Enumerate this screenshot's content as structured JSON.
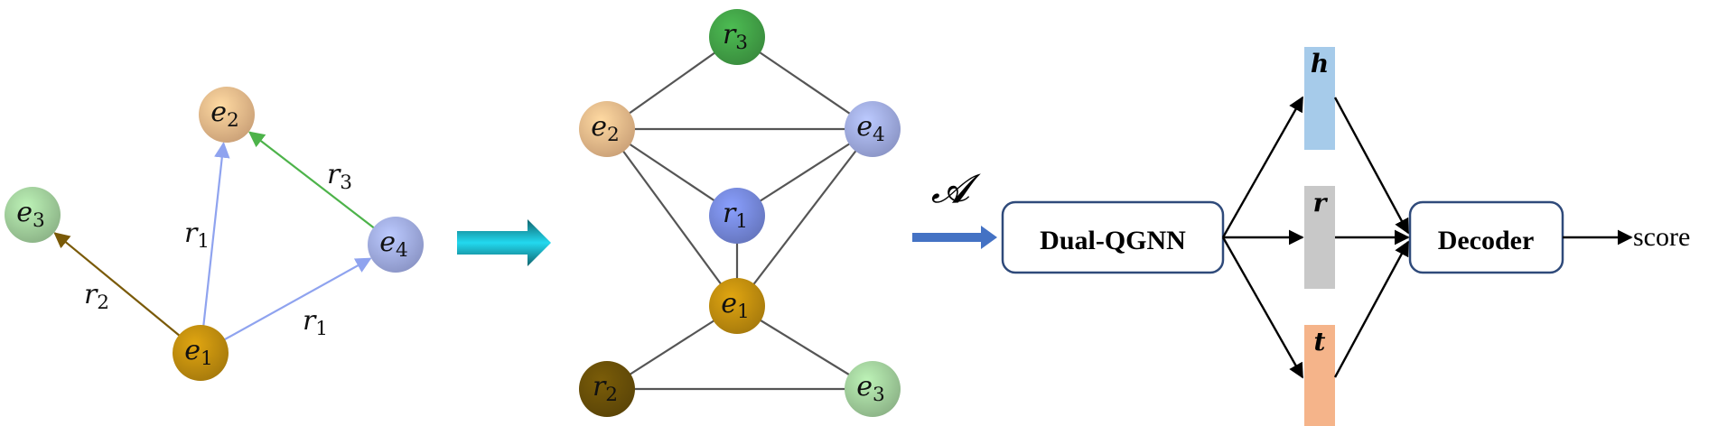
{
  "graph_left": {
    "nodes": [
      {
        "id": "e2",
        "base": "e",
        "sub": "2",
        "color": "#f6c391"
      },
      {
        "id": "e3",
        "base": "e",
        "sub": "3",
        "color": "#a9d9a3"
      },
      {
        "id": "e4",
        "base": "e",
        "sub": "4",
        "color": "#a8b4f0"
      },
      {
        "id": "e1",
        "base": "e",
        "sub": "1",
        "color": "#c9940f"
      }
    ],
    "edges": [
      {
        "from": "e1",
        "to": "e3",
        "base": "r",
        "sub": "2",
        "color": "#7a5a08"
      },
      {
        "from": "e1",
        "to": "e2",
        "base": "r",
        "sub": "1",
        "color": "#8fa3ef"
      },
      {
        "from": "e1",
        "to": "e4",
        "base": "r",
        "sub": "1",
        "color": "#8fa3ef"
      },
      {
        "from": "e4",
        "to": "e2",
        "base": "r",
        "sub": "3",
        "color": "#4db34a"
      }
    ]
  },
  "transform_arrow_color": "#1aa7b8",
  "graph_middle": {
    "nodes": [
      {
        "id": "r3",
        "base": "r",
        "sub": "3",
        "color": "#45a94a"
      },
      {
        "id": "e2",
        "base": "e",
        "sub": "2",
        "color": "#f6c391"
      },
      {
        "id": "e4",
        "base": "e",
        "sub": "4",
        "color": "#a8b4f0"
      },
      {
        "id": "r1",
        "base": "r",
        "sub": "1",
        "color": "#7b8fe6"
      },
      {
        "id": "e1",
        "base": "e",
        "sub": "1",
        "color": "#c9940f"
      },
      {
        "id": "r2",
        "base": "r",
        "sub": "2",
        "color": "#6e5308"
      },
      {
        "id": "e3",
        "base": "e",
        "sub": "3",
        "color": "#a9d9a3"
      }
    ],
    "edges": [
      [
        "r3",
        "e2"
      ],
      [
        "r3",
        "e4"
      ],
      [
        "e2",
        "e4"
      ],
      [
        "e2",
        "r1"
      ],
      [
        "e4",
        "r1"
      ],
      [
        "e2",
        "e1"
      ],
      [
        "e4",
        "e1"
      ],
      [
        "r1",
        "e1"
      ],
      [
        "e1",
        "r2"
      ],
      [
        "e1",
        "e3"
      ],
      [
        "r2",
        "e3"
      ]
    ]
  },
  "pipeline": {
    "input_symbol": "𝓐",
    "encoder_label": "Dual-QGNN",
    "decoder_label": "Decoder",
    "output_label": "score",
    "embeddings": [
      {
        "label": "h",
        "color": "#a6cbea"
      },
      {
        "label": "r",
        "color": "#c8c8c8"
      },
      {
        "label": "t",
        "color": "#f5b48a"
      }
    ],
    "box_border_color": "#2f4a7a",
    "input_arrow_color": "#4472c4"
  }
}
